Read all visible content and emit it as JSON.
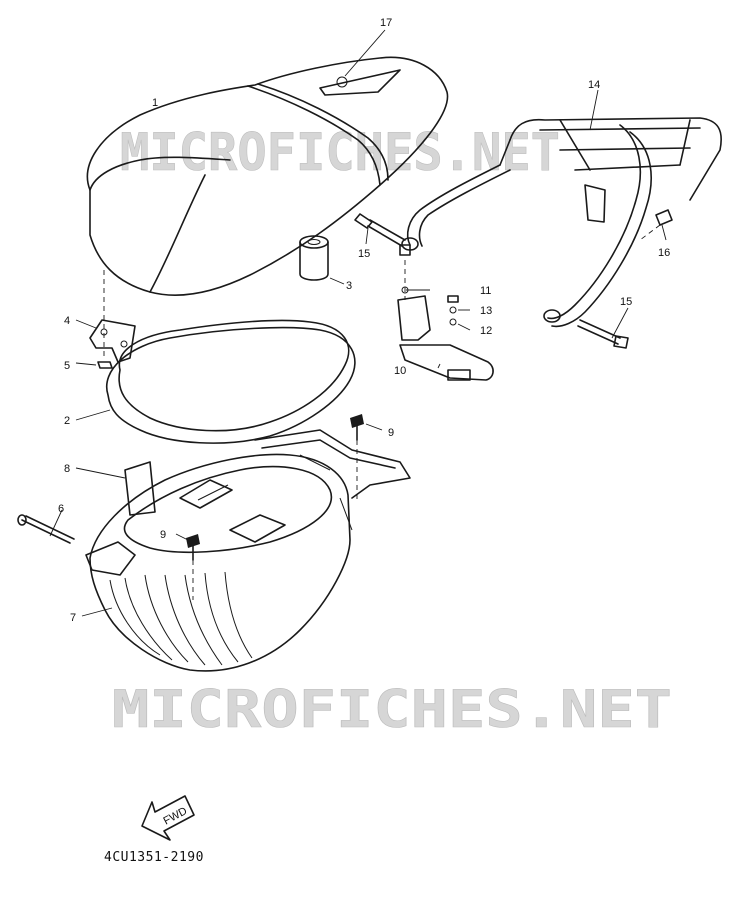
{
  "watermark": "MICROFICHES.NET",
  "diagram_code": "4CU1351-2190",
  "fwd_label": "FWD",
  "callouts": [
    {
      "id": "1",
      "label": "1"
    },
    {
      "id": "2",
      "label": "2"
    },
    {
      "id": "3",
      "label": "3"
    },
    {
      "id": "4",
      "label": "4"
    },
    {
      "id": "5",
      "label": "5"
    },
    {
      "id": "6",
      "label": "6"
    },
    {
      "id": "7",
      "label": "7"
    },
    {
      "id": "8",
      "label": "8"
    },
    {
      "id": "9a",
      "label": "9"
    },
    {
      "id": "9b",
      "label": "9"
    },
    {
      "id": "10",
      "label": "10"
    },
    {
      "id": "11",
      "label": "11"
    },
    {
      "id": "12",
      "label": "12"
    },
    {
      "id": "13",
      "label": "13"
    },
    {
      "id": "14",
      "label": "14"
    },
    {
      "id": "15a",
      "label": "15"
    },
    {
      "id": "15b",
      "label": "15"
    },
    {
      "id": "16",
      "label": "16"
    },
    {
      "id": "17",
      "label": "17"
    }
  ]
}
